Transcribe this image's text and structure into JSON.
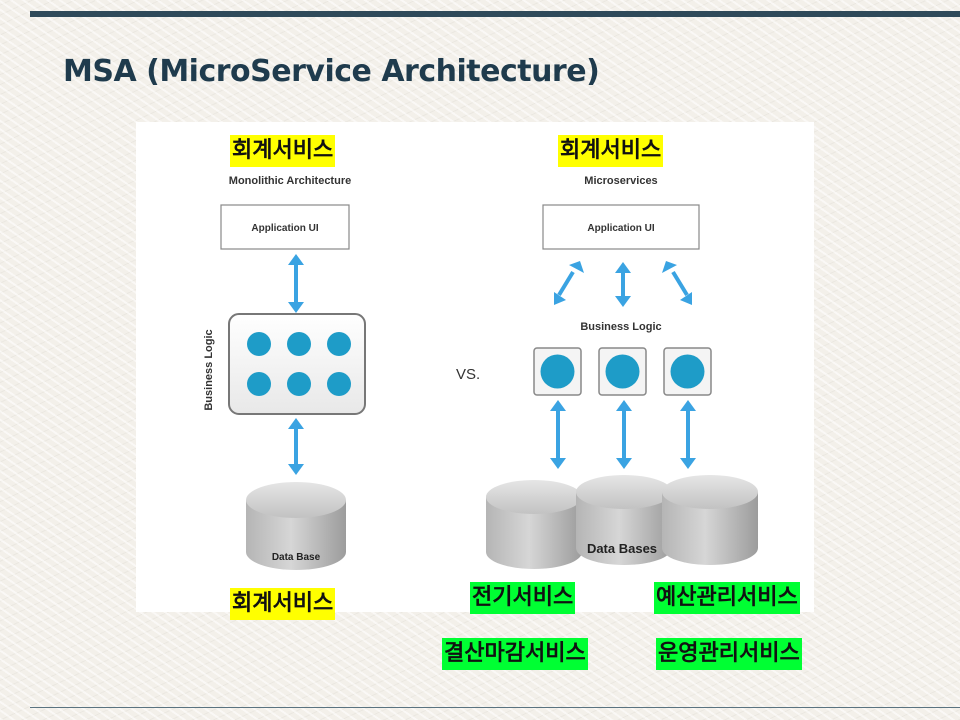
{
  "slide": {
    "title": "MSA (MicroService Architecture)"
  },
  "diagram": {
    "monolithic": {
      "heading": "Monolithic Architecture",
      "ui_box": "Application UI",
      "side_label": "Business Logic",
      "database": "Data Base",
      "logic_units": 6
    },
    "vs_label": "VS.",
    "microservices": {
      "heading": "Microservices",
      "ui_box": "Application UI",
      "logic_label": "Business Logic",
      "database": "Data Bases",
      "service_units": 3
    }
  },
  "annotations": {
    "mono_top": "회계서비스",
    "mono_bottom": "회계서비스",
    "micro_top": "회계서비스",
    "service_electric": "전기서비스",
    "service_budget": "예산관리서비스",
    "service_settlement": "결산마감서비스",
    "service_operation": "운영관리서비스"
  },
  "colors": {
    "arrow": "#3aa3e2",
    "node": "#1e9cc8",
    "highlight_yellow": "#ffff00",
    "highlight_green": "#00ff33",
    "title": "#1f3b4d"
  }
}
